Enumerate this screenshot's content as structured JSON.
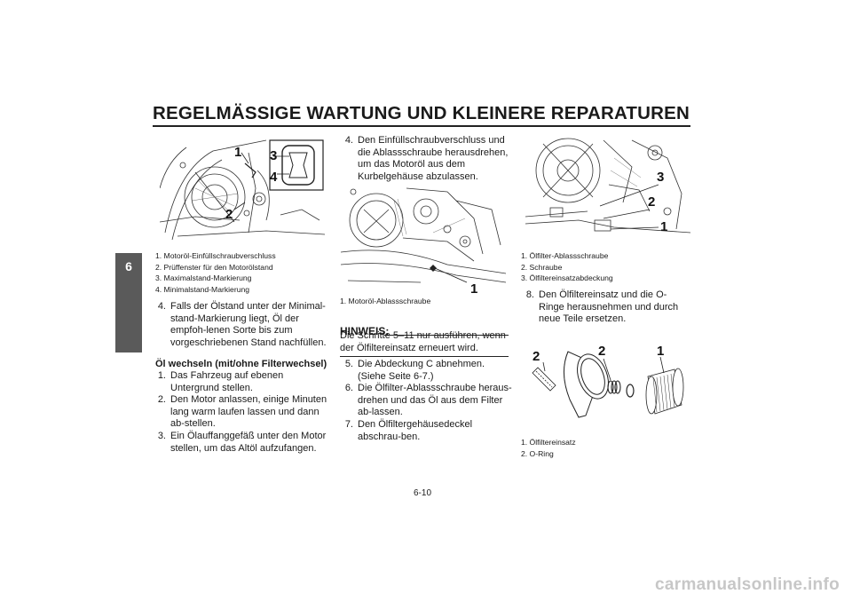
{
  "header": {
    "title": "REGELMÄSSIGE WARTUNG UND KLEINERE REPARATUREN",
    "chapter_tab": "6"
  },
  "figure1": {
    "callouts": [
      "1",
      "2",
      "3",
      "4"
    ],
    "captions": [
      "1. Motoröl-Einfüllschraubverschluss",
      "2. Prüffenster für den Motorölstand",
      "3. Maximalstand-Markierung",
      "4. Minimalstand-Markierung"
    ]
  },
  "column1": {
    "step4": {
      "num": "4.",
      "text": "Falls der Ölstand unter der Minimal-stand-Markierung liegt, Öl der empfoh-lenen Sorte bis zum vorgeschriebenen Stand nachfüllen."
    },
    "subheading": "Öl wechseln (mit/ohne Filterwechsel)",
    "steps": [
      {
        "num": "1.",
        "text": "Das Fahrzeug auf ebenen Untergrund stellen."
      },
      {
        "num": "2.",
        "text": "Den Motor anlassen, einige Minuten lang warm laufen lassen und dann ab-stellen."
      },
      {
        "num": "3.",
        "text": "Ein Ölauffanggefäß unter den Motor stellen, um das Altöl aufzufangen."
      }
    ]
  },
  "column2": {
    "step4": {
      "num": "4.",
      "text": "Den Einfüllschraubverschluss und die Ablassschraube herausdrehen, um das Motoröl aus dem Kurbelgehäuse abzulassen."
    },
    "figure2": {
      "callouts": [
        "1"
      ],
      "captions": [
        "1. Motoröl-Ablassschraube"
      ]
    },
    "note_label": "HINWEIS:",
    "note_text": "Die Schritte 5–11 nur ausführen, wenn der Ölfiltereinsatz erneuert wird.",
    "steps": [
      {
        "num": "5.",
        "text": "Die Abdeckung C abnehmen. (Siehe Seite 6-7.)"
      },
      {
        "num": "6.",
        "text": "Die Ölfilter-Ablassschraube heraus-drehen und das Öl aus dem Filter ab-lassen."
      },
      {
        "num": "7.",
        "text": "Den Ölfiltergehäusedeckel abschrau-ben."
      }
    ]
  },
  "column3": {
    "figure3": {
      "callouts": [
        "1",
        "2",
        "3"
      ],
      "captions": [
        "1. Ölfilter-Ablassschraube",
        "2. Schraube",
        "3. Ölfiltereinsatzabdeckung"
      ]
    },
    "step8": {
      "num": "8.",
      "text": "Den Ölfiltereinsatz und die O-Ringe herausnehmen und durch neue Teile ersetzen."
    },
    "figure4": {
      "callouts": [
        "1",
        "2",
        "2"
      ],
      "captions": [
        "1. Ölfiltereinsatz",
        "2. O-Ring"
      ]
    }
  },
  "footer": {
    "page_number": "6-10",
    "watermark": "carmanualsonline.info"
  }
}
